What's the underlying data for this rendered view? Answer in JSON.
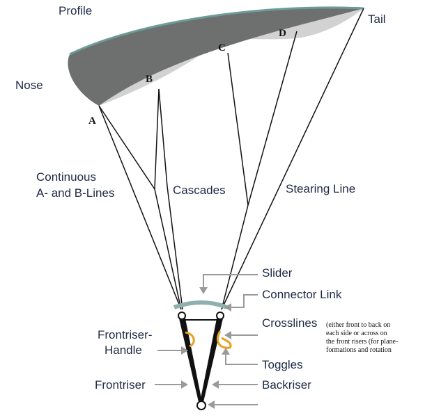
{
  "labels": {
    "profile": "Profile",
    "tail": "Tail",
    "nose": "Nose",
    "line_a": "A",
    "line_b": "B",
    "line_c": "C",
    "line_d": "D",
    "continuous_1": "Continuous",
    "continuous_2": "A- and B-Lines",
    "cascades": "Cascades",
    "steering_line": "Stearing Line",
    "slider": "Slider",
    "connector_link": "Connector Link",
    "crosslines": "Crosslines",
    "crosslines_note_1": "(either front to back on",
    "crosslines_note_2": "each side or across on",
    "crosslines_note_3": "the front risers (for plane-",
    "crosslines_note_4": "formations and rotation",
    "frontriser_handle_1": "Frontriser-",
    "frontriser_handle_2": "Handle",
    "toggles": "Toggles",
    "frontriser": "Frontriser",
    "backriser": "Backriser"
  },
  "colors": {
    "canopy_top": "#6e7070",
    "canopy_bottom": "#d2d2d2",
    "canopy_edge": "#6c9c98",
    "lines": "#111111",
    "toggle": "#e8a020",
    "arrow": "#9a9a9a"
  }
}
